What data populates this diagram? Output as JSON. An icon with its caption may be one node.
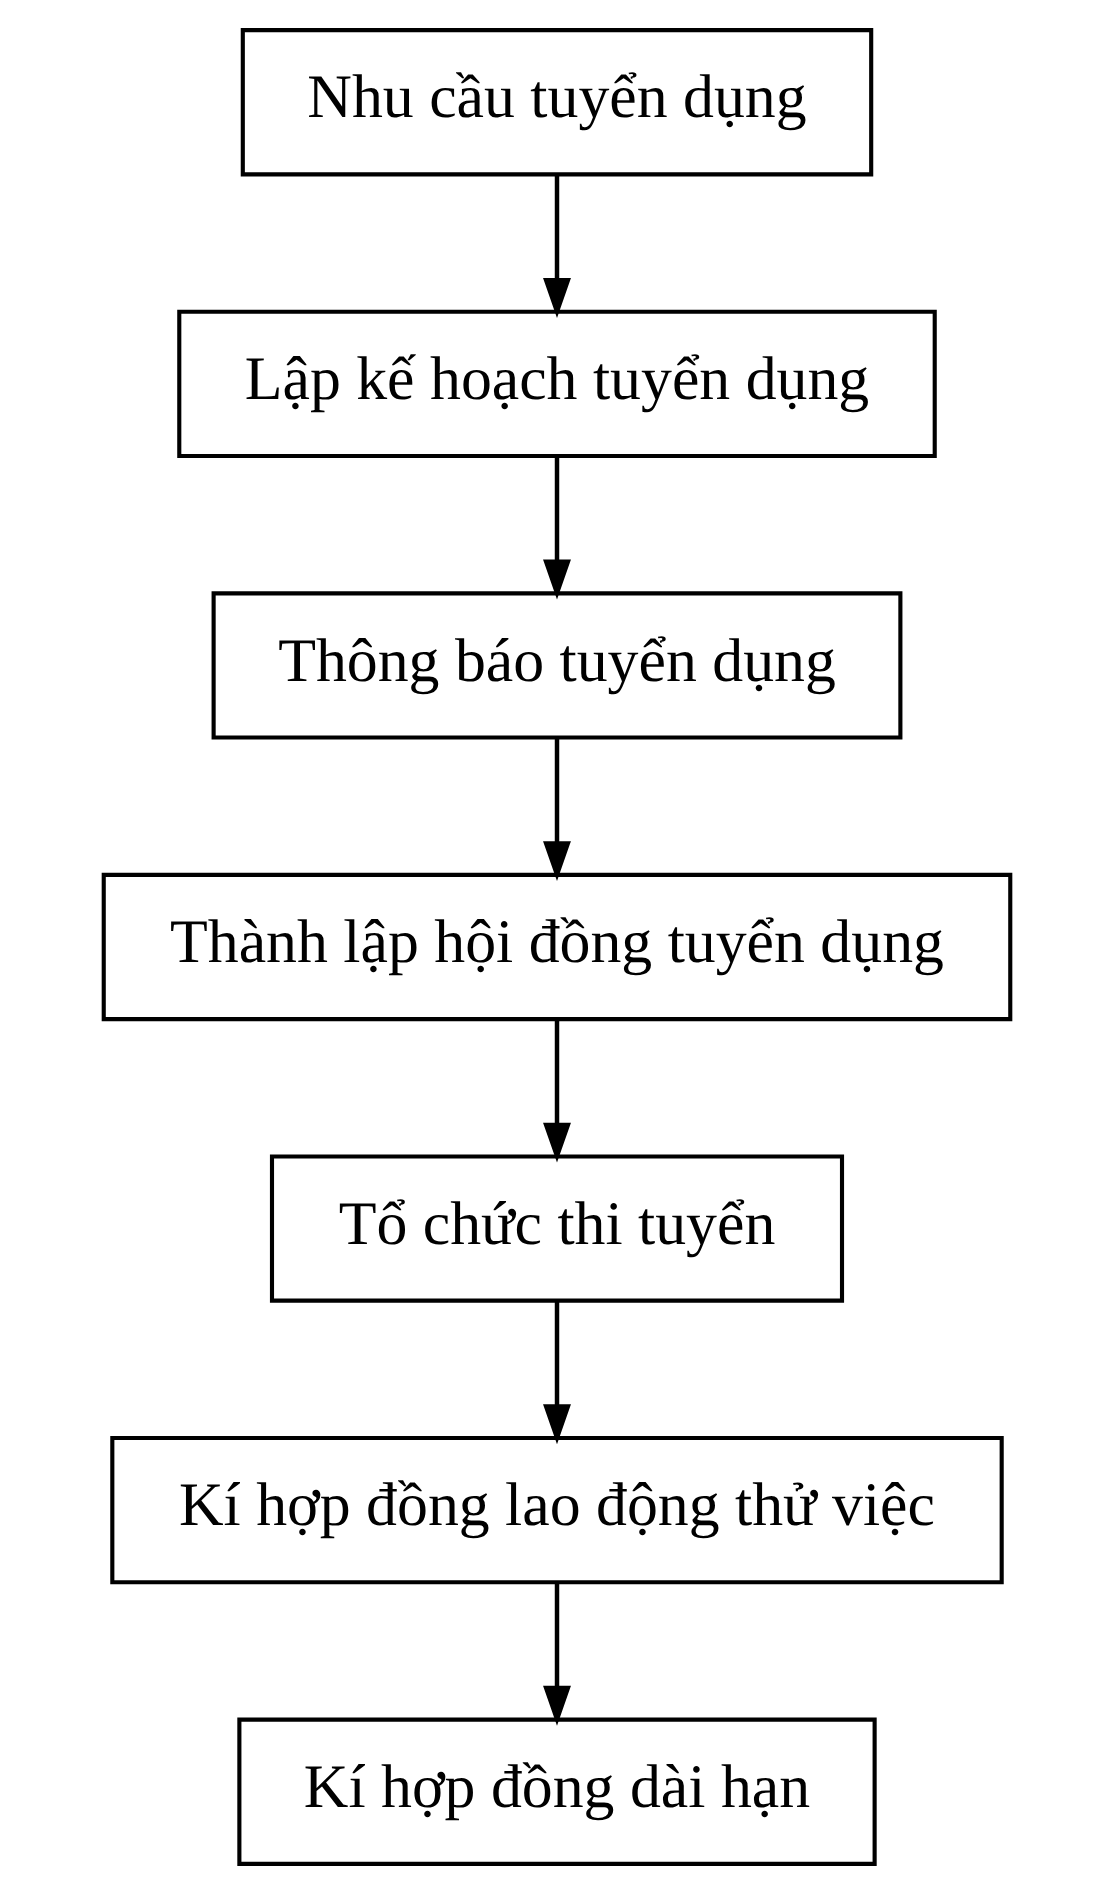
{
  "diagram": {
    "nodes": [
      {
        "text": [
          "Nhu cầu tuyển dụng"
        ]
      },
      {
        "text": [
          "Lập kế hoạch tuyển dụng"
        ]
      },
      {
        "text": [
          "Thông báo tuyển dụng"
        ]
      },
      {
        "text": [
          "Thành lập hội đồng tuyển dụng"
        ]
      },
      {
        "text": [
          "Tổ chức thi tuyển"
        ]
      },
      {
        "text": [
          "Kí hợp đồng lao động thử việc"
        ]
      },
      {
        "text": [
          "Kí hợp đồng dài hạn"
        ]
      }
    ],
    "edges": [
      {
        "from": 0,
        "to": 1,
        "arrow": "to"
      },
      {
        "from": 1,
        "to": 2,
        "arrow": "to"
      },
      {
        "from": 2,
        "to": 3,
        "arrow": "to"
      },
      {
        "from": 3,
        "to": 4,
        "arrow": "to"
      },
      {
        "from": 4,
        "to": 5,
        "arrow": "to"
      },
      {
        "from": 5,
        "to": 6,
        "arrow": "to"
      }
    ]
  }
}
